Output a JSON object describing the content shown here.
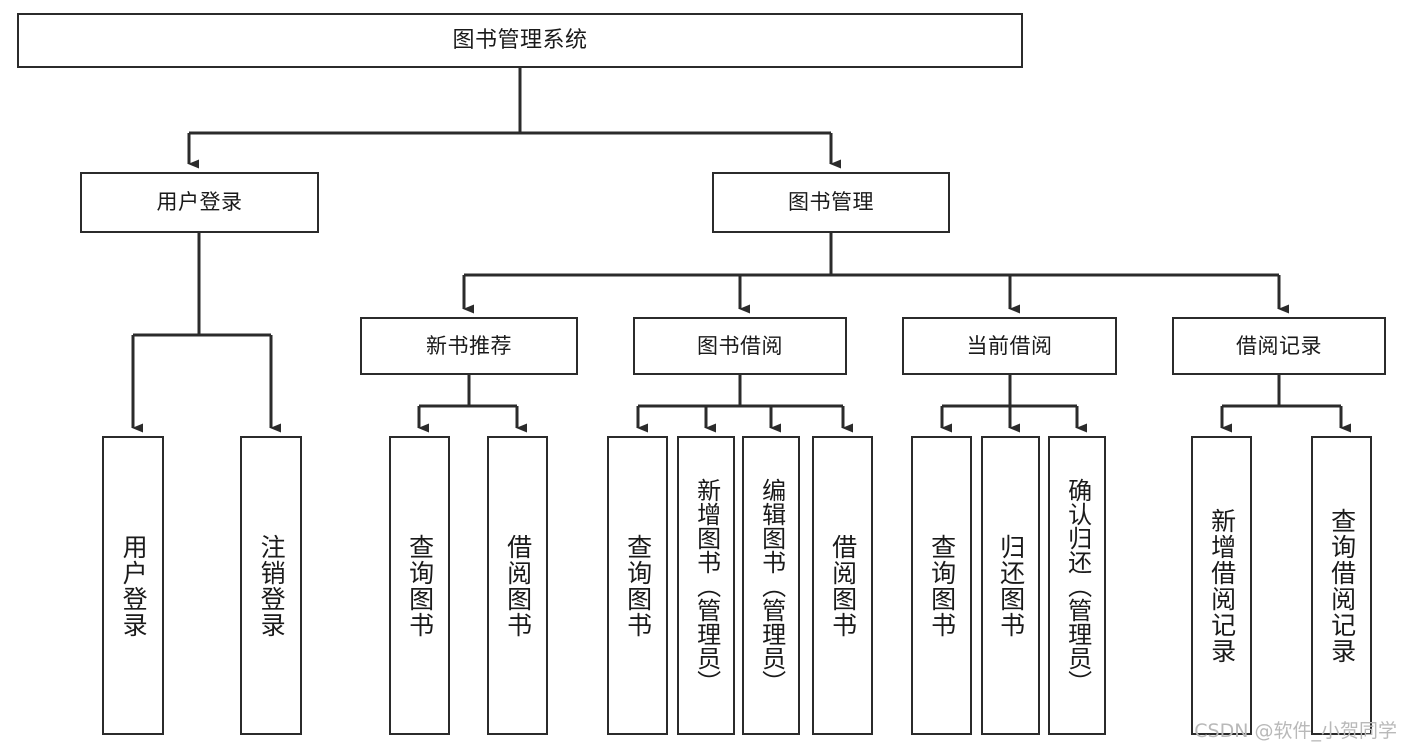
{
  "diagram": {
    "title": "图书管理系统",
    "watermark": "CSDN @软件_小贺同学",
    "line_color": "#2b2b2b",
    "background_color": "#ffffff",
    "text_color": "#1a1a1a",
    "watermark_color": "#b9b9b9",
    "type": "tree",
    "root": {
      "label": "图书管理系统"
    },
    "level2": [
      {
        "label": "用户登录"
      },
      {
        "label": "图书管理"
      }
    ],
    "level3": [
      {
        "label": "新书推荐"
      },
      {
        "label": "图书借阅"
      },
      {
        "label": "当前借阅"
      },
      {
        "label": "借阅记录"
      }
    ],
    "leaves": {
      "user_login": [
        {
          "label": "用户登录"
        },
        {
          "label": "注销登录"
        }
      ],
      "new_book": [
        {
          "label": "查询图书"
        },
        {
          "label": "借阅图书"
        }
      ],
      "borrow_book": [
        {
          "label": "查询图书"
        },
        {
          "label": "新增图书（管理员）"
        },
        {
          "label": "编辑图书（管理员）"
        },
        {
          "label": "借阅图书"
        }
      ],
      "current_borrow": [
        {
          "label": "查询图书"
        },
        {
          "label": "归还图书"
        },
        {
          "label": "确认归还（管理员）"
        }
      ],
      "borrow_record": [
        {
          "label": "新增借阅记录"
        },
        {
          "label": "查询借阅记录"
        }
      ]
    }
  }
}
